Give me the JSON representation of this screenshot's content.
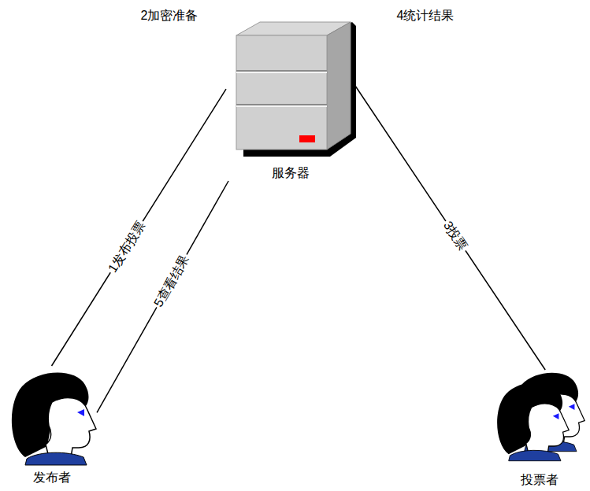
{
  "diagram": {
    "nodes": [
      {
        "text": [
          "服务器"
        ]
      },
      {
        "text": [
          "发布者"
        ]
      },
      {
        "text": [
          "投票者"
        ]
      }
    ],
    "edges": [
      {
        "from": 1,
        "to": 0,
        "label": "1发布投票",
        "arrow": "none"
      },
      {
        "from": 0,
        "to": 1,
        "label": "5查看结果",
        "arrow": "none"
      },
      {
        "from": 2,
        "to": 0,
        "label": "3投票",
        "arrow": "none"
      }
    ],
    "labels": [
      "2加密准备",
      "4统计结果"
    ]
  }
}
